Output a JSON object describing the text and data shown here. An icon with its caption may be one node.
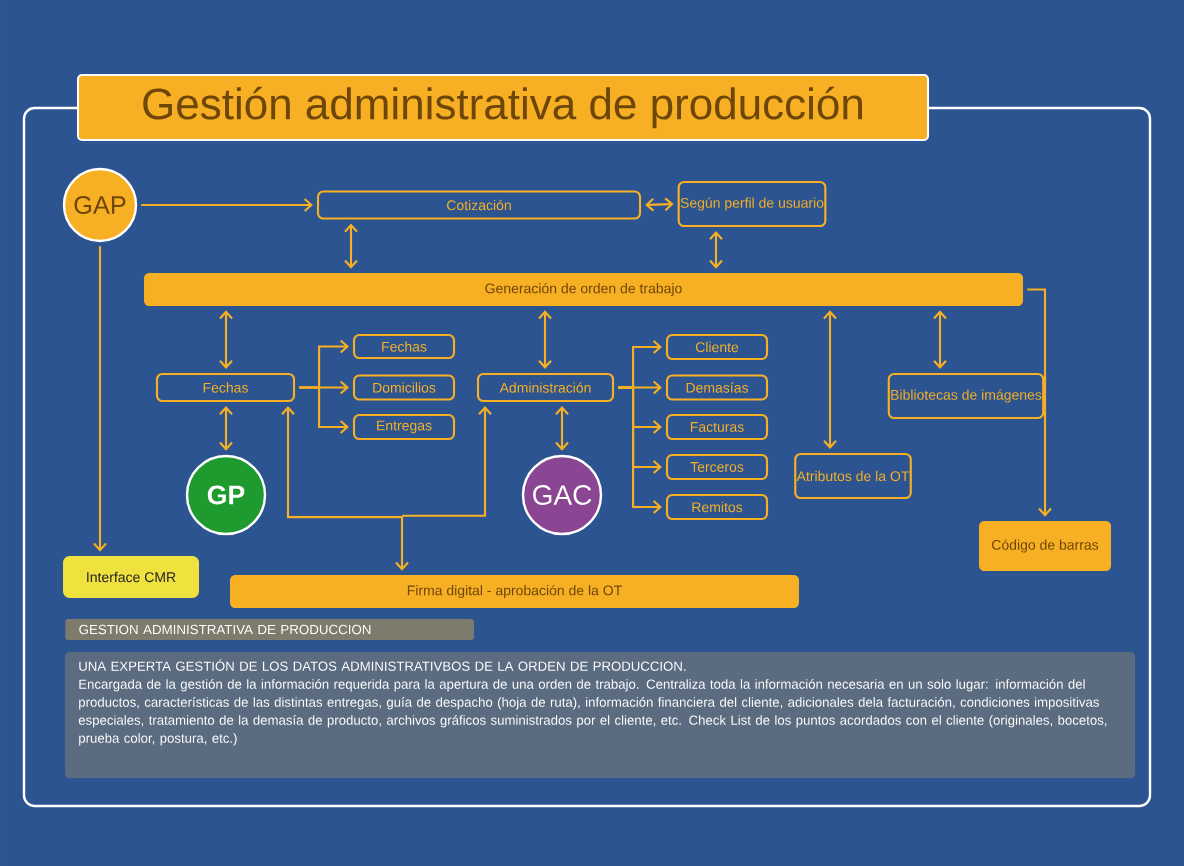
{
  "diagram": {
    "title": "Gestión administrativa de producción",
    "nodes": [
      {
        "text": [
          "GAP"
        ]
      },
      {
        "text": [
          "Cotización"
        ]
      },
      {
        "text": [
          "Según perfil de usuario"
        ]
      },
      {
        "text": [
          "Generación de orden de trabajo"
        ]
      },
      {
        "text": [
          "Fechas"
        ]
      },
      {
        "text": [
          "Fechas"
        ]
      },
      {
        "text": [
          "Domicilios"
        ]
      },
      {
        "text": [
          "Entregas"
        ]
      },
      {
        "text": [
          "Administración"
        ]
      },
      {
        "text": [
          "Cliente"
        ]
      },
      {
        "text": [
          "Demasías"
        ]
      },
      {
        "text": [
          "Facturas"
        ]
      },
      {
        "text": [
          "Terceros"
        ]
      },
      {
        "text": [
          "Remitos"
        ]
      },
      {
        "text": [
          "Bibliotecas de imágenes"
        ]
      },
      {
        "text": [
          "Atributos de la OT"
        ]
      },
      {
        "text": [
          "GP"
        ]
      },
      {
        "text": [
          "GAC"
        ]
      },
      {
        "text": [
          "Interface CMR"
        ]
      },
      {
        "text": [
          "Código de barras"
        ]
      },
      {
        "text": [
          "Firma digital - aprobación de la OT"
        ]
      }
    ],
    "edges": [
      {
        "from": 0,
        "to": 1,
        "arrow": "to"
      },
      {
        "from": 1,
        "to": 2,
        "arrow": "both"
      },
      {
        "from": 1,
        "to": 3,
        "arrow": "both"
      },
      {
        "from": 2,
        "to": 3,
        "arrow": "both"
      },
      {
        "from": 0,
        "to": 18,
        "arrow": "to"
      },
      {
        "from": 3,
        "to": 4,
        "arrow": "both"
      },
      {
        "from": 3,
        "to": 8,
        "arrow": "both"
      },
      {
        "from": 3,
        "to": 15,
        "arrow": "both"
      },
      {
        "from": 3,
        "to": 14,
        "arrow": "both"
      },
      {
        "from": 3,
        "to": 19,
        "arrow": "to"
      },
      {
        "from": 4,
        "to": 5,
        "arrow": "to"
      },
      {
        "from": 4,
        "to": 6,
        "arrow": "to"
      },
      {
        "from": 4,
        "to": 7,
        "arrow": "to"
      },
      {
        "from": 4,
        "to": 16,
        "arrow": "both"
      },
      {
        "from": 8,
        "to": 9,
        "arrow": "to"
      },
      {
        "from": 8,
        "to": 10,
        "arrow": "to"
      },
      {
        "from": 8,
        "to": 11,
        "arrow": "to"
      },
      {
        "from": 8,
        "to": 12,
        "arrow": "to"
      },
      {
        "from": 8,
        "to": 13,
        "arrow": "to"
      },
      {
        "from": 8,
        "to": 17,
        "arrow": "both"
      },
      {
        "from": 4,
        "to": 20,
        "arrow": "both"
      },
      {
        "from": 20,
        "to": 8,
        "arrow": "to"
      }
    ],
    "labels": [
      "GESTION ADMINISTRATIVA DE PRODUCCION",
      "UNA EXPERTA GESTIÓN DE LOS DATOS ADMINISTRATIVBOS DE LA ORDEN DE PRODUCCION.",
      "Encargada de la gestión de la información requerida para la apertura de una orden de trabajo. Centraliza toda la información necesaria en un solo lugar: información del productos, características de las distintas entregas, guía de despacho (hoja de ruta), información financiera del cliente, adicionales dela facturación, condiciones impositivas especiales, tratamiento de la demasía de producto,  archivos gráficos suministrados por el cliente, etc. Check List de los puntos acordados con el cliente (originales, bocetos, prueba color, postura, etc.)"
    ]
  }
}
